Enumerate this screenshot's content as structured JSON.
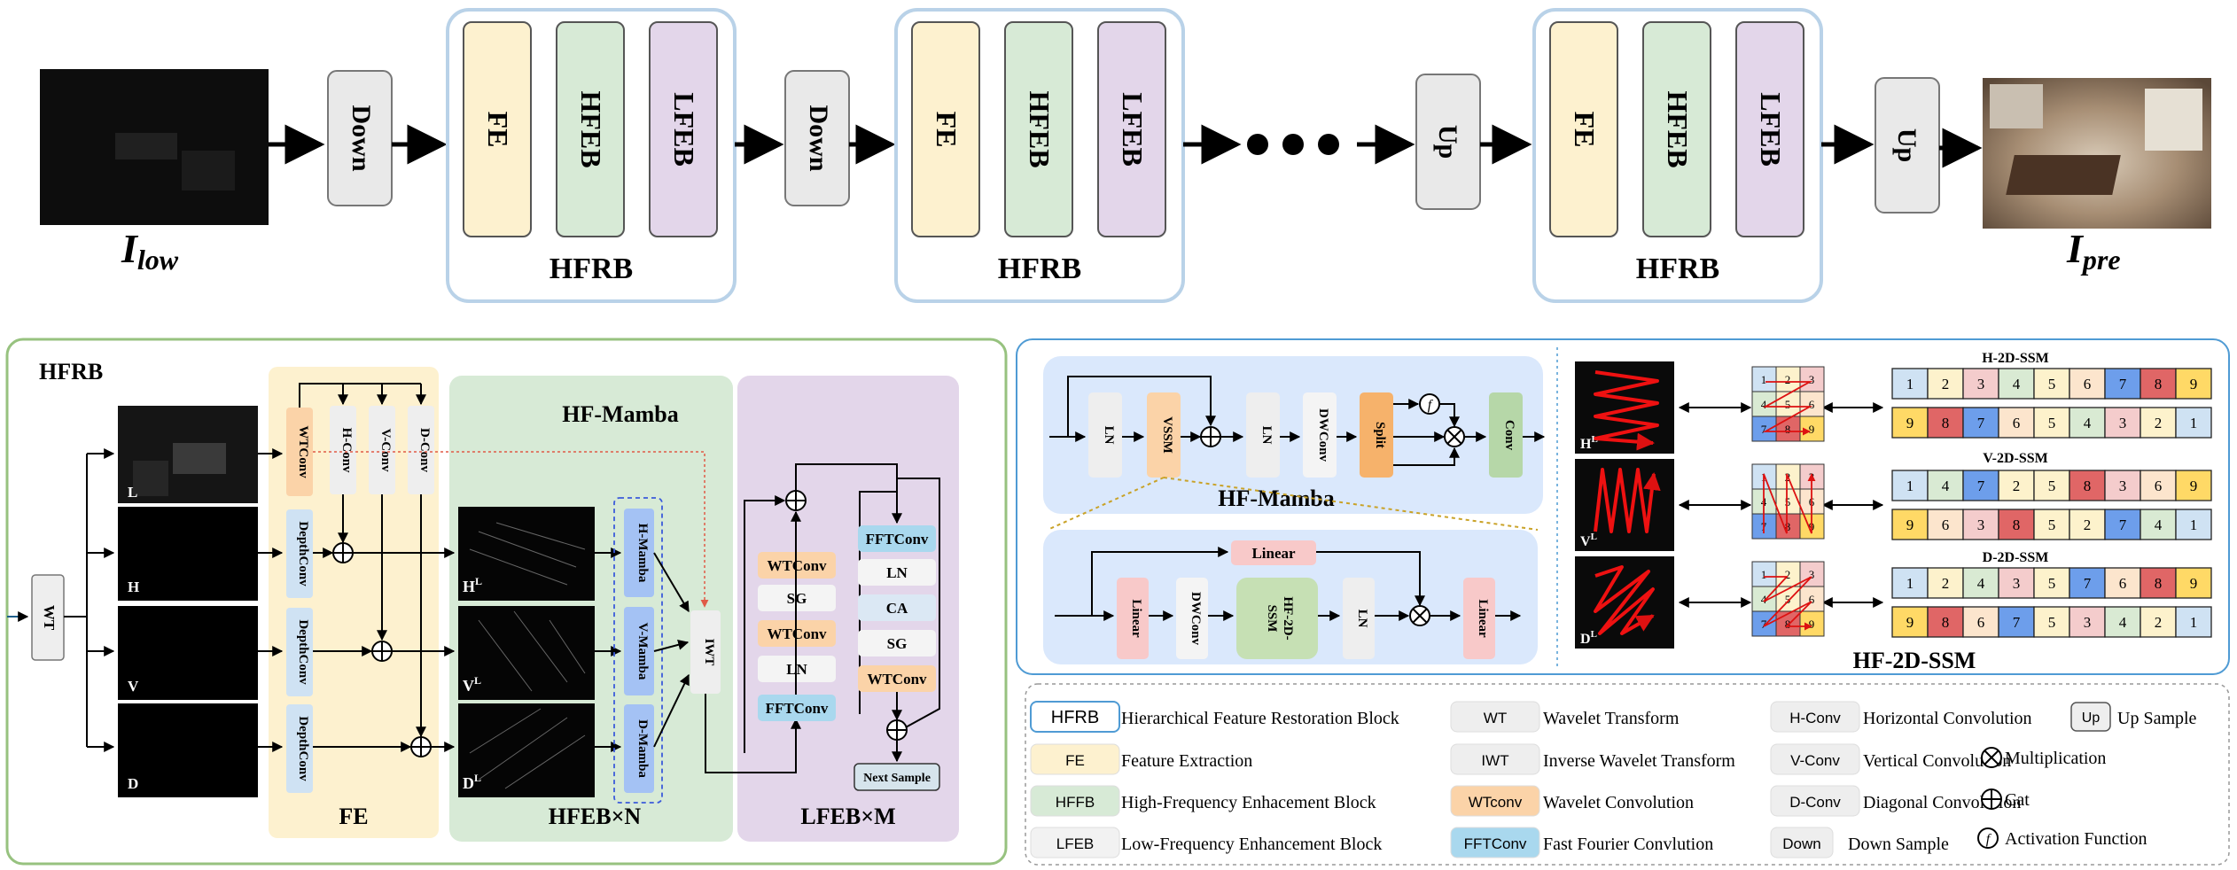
{
  "top": {
    "ilow_base": "I",
    "ilow_sub": "low",
    "ipre_base": "I",
    "ipre_sub": "pre",
    "down": "Down",
    "up": "Up",
    "fe": "FE",
    "hfeb": "HFEB",
    "lfeb": "LFEB",
    "hfrb": "HFRB"
  },
  "hfrb_panel": {
    "title": "HFRB",
    "wt": "WT",
    "img_labels": [
      "L",
      "H",
      "V",
      "D"
    ],
    "wtconv": "WTConv",
    "hconv": "H-Conv",
    "vconv": "V-Conv",
    "dconv": "D-Conv",
    "depthconv": "DepthConv",
    "fe_label": "FE",
    "hf_mamba_title": "HF-Mamba",
    "hl": "H",
    "vl": "V",
    "dl": "D",
    "sup_l": "L",
    "h_mamba": "H-Mamba",
    "v_mamba": "V-Mamba",
    "d_mamba": "D-Mamba",
    "iwt": "IWT",
    "hfeb_n": "HFEB×N",
    "lfeb_m": "LFEB×M",
    "left_stack": [
      "WTConv",
      "SG",
      "WTConv",
      "LN",
      "FFTConv"
    ],
    "right_stack": [
      "FFTConv",
      "LN",
      "CA",
      "SG",
      "WTConv"
    ],
    "next_sample": "Next Sample"
  },
  "mamba_panel": {
    "ln": "LN",
    "vssm": "VSSM",
    "dwconv": "DWConv",
    "split": "Split",
    "conv": "Conv",
    "act": "f",
    "title": "HF-Mamba",
    "linear": "Linear",
    "hf2dssm_l1": "HF-2D-",
    "hf2dssm_l2": "SSM"
  },
  "ssm_panel": {
    "h_title": "H-2D-SSM",
    "v_title": "V-2D-SSM",
    "d_title": "D-2D-SSM",
    "bottom_title": "HF-2D-SSM",
    "grid_nums": [
      "1",
      "2",
      "3",
      "4",
      "5",
      "6",
      "7",
      "8",
      "9"
    ],
    "h_row1": [
      "1",
      "2",
      "3",
      "4",
      "5",
      "6",
      "7",
      "8",
      "9"
    ],
    "h_row2": [
      "9",
      "8",
      "7",
      "6",
      "5",
      "4",
      "3",
      "2",
      "1"
    ],
    "v_row1": [
      "1",
      "4",
      "7",
      "2",
      "5",
      "8",
      "3",
      "6",
      "9"
    ],
    "v_row2": [
      "9",
      "6",
      "3",
      "8",
      "5",
      "2",
      "7",
      "4",
      "1"
    ],
    "d_row1": [
      "1",
      "2",
      "4",
      "3",
      "5",
      "7",
      "6",
      "8",
      "9"
    ],
    "d_row2": [
      "9",
      "8",
      "6",
      "7",
      "5",
      "3",
      "4",
      "2",
      "1"
    ],
    "colors": {
      "1": "#cfe2f3",
      "2": "#fdf2cc",
      "3": "#f4cccc",
      "4": "#d9ead3",
      "5": "#fdf2cc",
      "6": "#fce5cd",
      "7": "#6d9eeb",
      "8": "#e06666",
      "9": "#ffd966"
    }
  },
  "legend": {
    "items": [
      {
        "tag": "HFRB",
        "text": "Hierarchical Feature Restoration Block",
        "color": "#ffffff"
      },
      {
        "tag": "FE",
        "text": "Feature Extraction",
        "color": "#fdf1cf"
      },
      {
        "tag": "HFFB",
        "text": "High-Frequency Enhacement Block",
        "color": "#d7ead6"
      },
      {
        "tag": "LFEB",
        "text": "Low-Frequency Enhancement Block",
        "color": "#f2f2f2"
      },
      {
        "tag": "WT",
        "text": "Wavelet Transform",
        "color": "#eeeeee"
      },
      {
        "tag": "IWT",
        "text": "Inverse Wavelet Transform",
        "color": "#eeeeee"
      },
      {
        "tag": "WTconv",
        "text": "Wavelet Convolution",
        "color": "#fbd3a8"
      },
      {
        "tag": "FFTConv",
        "text": "Fast Fourier Convlution",
        "color": "#a9d8ee"
      },
      {
        "tag": "H-Conv",
        "text": "Horizontal Convolution",
        "color": "#eeeeee"
      },
      {
        "tag": "V-Conv",
        "text": "Vertical Convolution",
        "color": "#eeeeee"
      },
      {
        "tag": "D-Conv",
        "text": "Diagonal Convolution",
        "color": "#eeeeee"
      },
      {
        "tag": "Down",
        "text": "Down Sample",
        "color": "#eeeeee"
      }
    ],
    "up_tag": "Up",
    "up_text": "Up Sample",
    "mult_text": "Multiplication",
    "cat_text": "Cat",
    "act_text": "Activation Function"
  }
}
